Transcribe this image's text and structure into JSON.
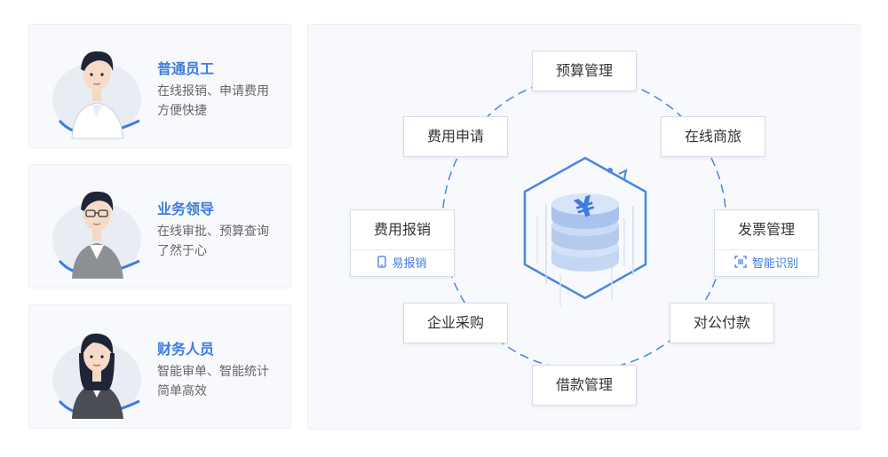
{
  "roles": [
    {
      "title": "普通员工",
      "desc_line1": "在线报销、申请费用",
      "desc_line2": "方便快捷"
    },
    {
      "title": "业务领导",
      "desc_line1": "在线审批、预算查询",
      "desc_line2": "了然于心"
    },
    {
      "title": "财务人员",
      "desc_line1": "智能审单、智能统计",
      "desc_line2": "简单高效"
    }
  ],
  "nodes": {
    "budget": "预算管理",
    "expense_apply": "费用申请",
    "travel": "在线商旅",
    "reimburse": "费用报销",
    "reimburse_sub": "易报销",
    "invoice": "发票管理",
    "invoice_sub": "智能识别",
    "procurement": "企业采购",
    "payment": "对公付款",
    "loan": "借款管理"
  },
  "center_symbol": "¥",
  "colors": {
    "accent": "#3d7be0",
    "ring": "#4a86e0",
    "panel": "#f7f9fc"
  }
}
